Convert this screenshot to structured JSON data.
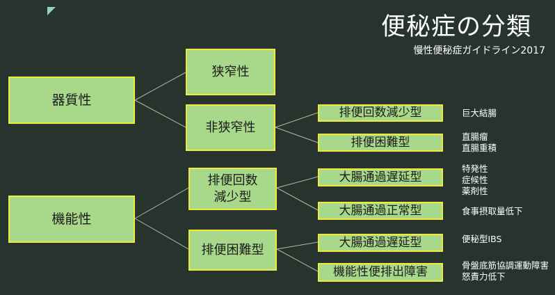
{
  "header": {
    "title": "便秘症の分類",
    "subtitle": "慢性便秘症ガイドライン2017"
  },
  "tree": {
    "organic": {
      "label": "器質性",
      "stricture": "狭窄性",
      "nonStricture": {
        "label": "非狭窄性",
        "reducedFrequency": {
          "label": "排便回数減少型",
          "notes": [
            "巨大結腸"
          ]
        },
        "evacuationDifficulty": {
          "label": "排便困難型",
          "notes": [
            "直腸瘤",
            "直腸重積"
          ]
        }
      }
    },
    "functional": {
      "label": "機能性",
      "reducedFrequency": {
        "label_line1": "排便回数",
        "label_line2": "減少型",
        "slowTransit": {
          "label": "大腸通過遅延型",
          "notes": [
            "特発性",
            "症候性",
            "薬剤性"
          ]
        },
        "normalTransit": {
          "label": "大腸通過正常型",
          "notes": [
            "食事摂取量低下"
          ]
        }
      },
      "evacuationDifficulty": {
        "label": "排便困難型",
        "slowTransit": {
          "label": "大腸通過遅延型",
          "notes": [
            "便秘型IBS"
          ]
        },
        "functionalDefecation": {
          "label": "機能性便排出障害",
          "notes": [
            "骨盤底筋協調運動障害",
            "怒責力低下"
          ]
        }
      }
    }
  },
  "colors": {
    "background": "#27332d",
    "node_fill": "#a8d98a",
    "node_border": "#f2ea3a",
    "connector": "#aeb8ad"
  }
}
